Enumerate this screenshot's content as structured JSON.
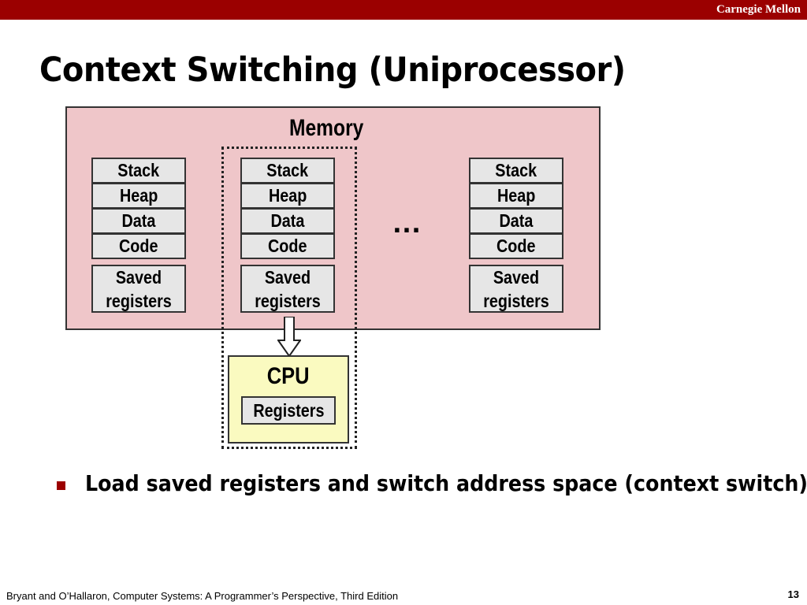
{
  "header": {
    "institution": "Carnegie Mellon"
  },
  "slide": {
    "title": "Context Switching (Uniprocessor)",
    "memory_label": "Memory",
    "ellipsis": "…",
    "processes": [
      {
        "segments": [
          "Stack",
          "Heap",
          "Data",
          "Code"
        ],
        "saved": "Saved registers"
      },
      {
        "segments": [
          "Stack",
          "Heap",
          "Data",
          "Code"
        ],
        "saved": "Saved registers"
      },
      {
        "segments": [
          "Stack",
          "Heap",
          "Data",
          "Code"
        ],
        "saved": "Saved registers"
      }
    ],
    "cpu_label": "CPU",
    "cpu_registers": "Registers",
    "bullet": "Load saved registers and switch address space (context switch)"
  },
  "footer": {
    "citation": "Bryant and O’Hallaron, Computer Systems: A Programmer’s Perspective, Third Edition",
    "page_number": "13"
  },
  "colors": {
    "header_bar": "#9b0000",
    "memory_fill": "#efc6c9",
    "cpu_fill": "#fafac0",
    "segment_fill": "#e6e6e6"
  }
}
